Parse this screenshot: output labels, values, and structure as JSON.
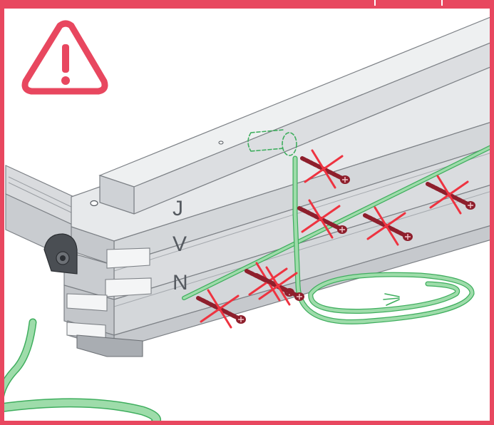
{
  "colors": {
    "frame": "#e8475f",
    "cable": "#9edcaa",
    "cable_outline": "#3fae5e",
    "screw": "#8e1f2c",
    "cross": "#ee3340",
    "profile_light": "#eceeef",
    "profile_mid": "#d7d9dc",
    "profile_dark": "#b9bdc2",
    "edge": "#7d8186"
  },
  "warning": {
    "icon": "warning-triangle-icon",
    "color": "#e8475f"
  },
  "layers": [
    {
      "key": "top",
      "label": "J"
    },
    {
      "key": "middle",
      "label": "V"
    },
    {
      "key": "bottom",
      "label": "N"
    }
  ],
  "screws": {
    "count": 7,
    "status": "crossed-out",
    "icon": "screw-icon"
  },
  "cable": {
    "icon": "cable-icon",
    "hidden_segment": "dashed"
  }
}
